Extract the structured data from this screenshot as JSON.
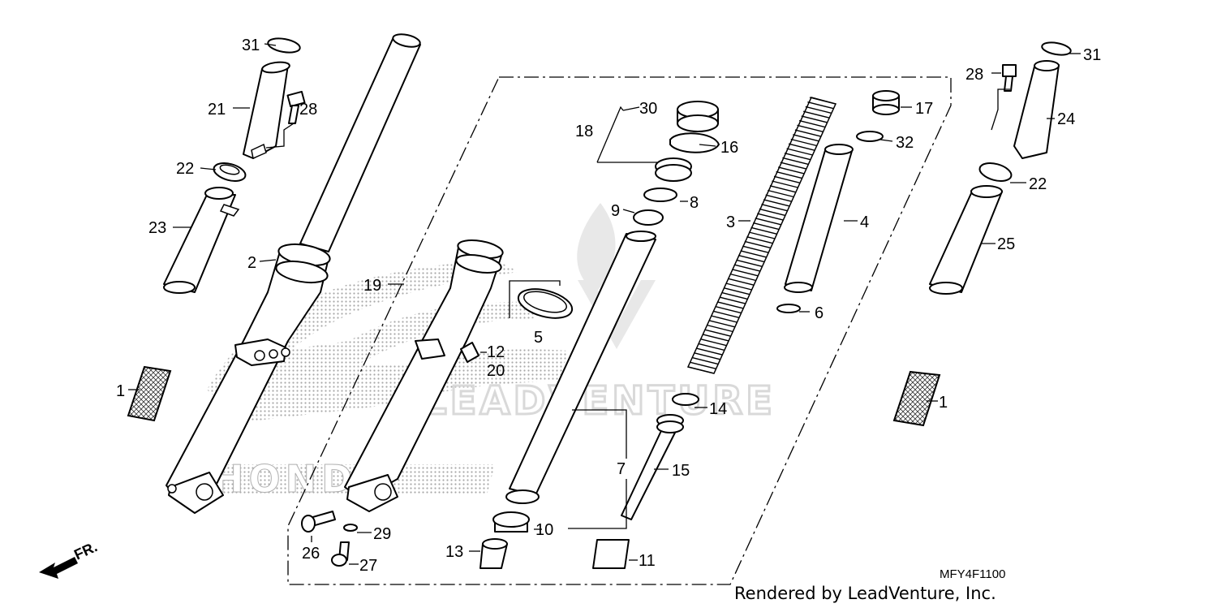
{
  "diagram": {
    "code": "MFY4F1100",
    "credit": "Rendered by LeadVenture, Inc.",
    "watermark": "LEADVENTURE",
    "logo_text": "HONDA",
    "direction_label": "FR.",
    "callouts": {
      "c1a": "1",
      "c1b": "1",
      "c2": "2",
      "c3": "3",
      "c4": "4",
      "c5": "5",
      "c6": "6",
      "c7": "7",
      "c8": "8",
      "c9": "9",
      "c10": "10",
      "c11": "11",
      "c12": "12",
      "c13": "13",
      "c14": "14",
      "c15": "15",
      "c16": "16",
      "c17": "17",
      "c18": "18",
      "c19": "19",
      "c20": "20",
      "c21": "21",
      "c22a": "22",
      "c22b": "22",
      "c23": "23",
      "c24": "24",
      "c25": "25",
      "c26": "26",
      "c27": "27",
      "c28a": "28",
      "c28b": "28",
      "c29": "29",
      "c30": "30",
      "c31a": "31",
      "c31b": "31",
      "c32": "32"
    }
  }
}
